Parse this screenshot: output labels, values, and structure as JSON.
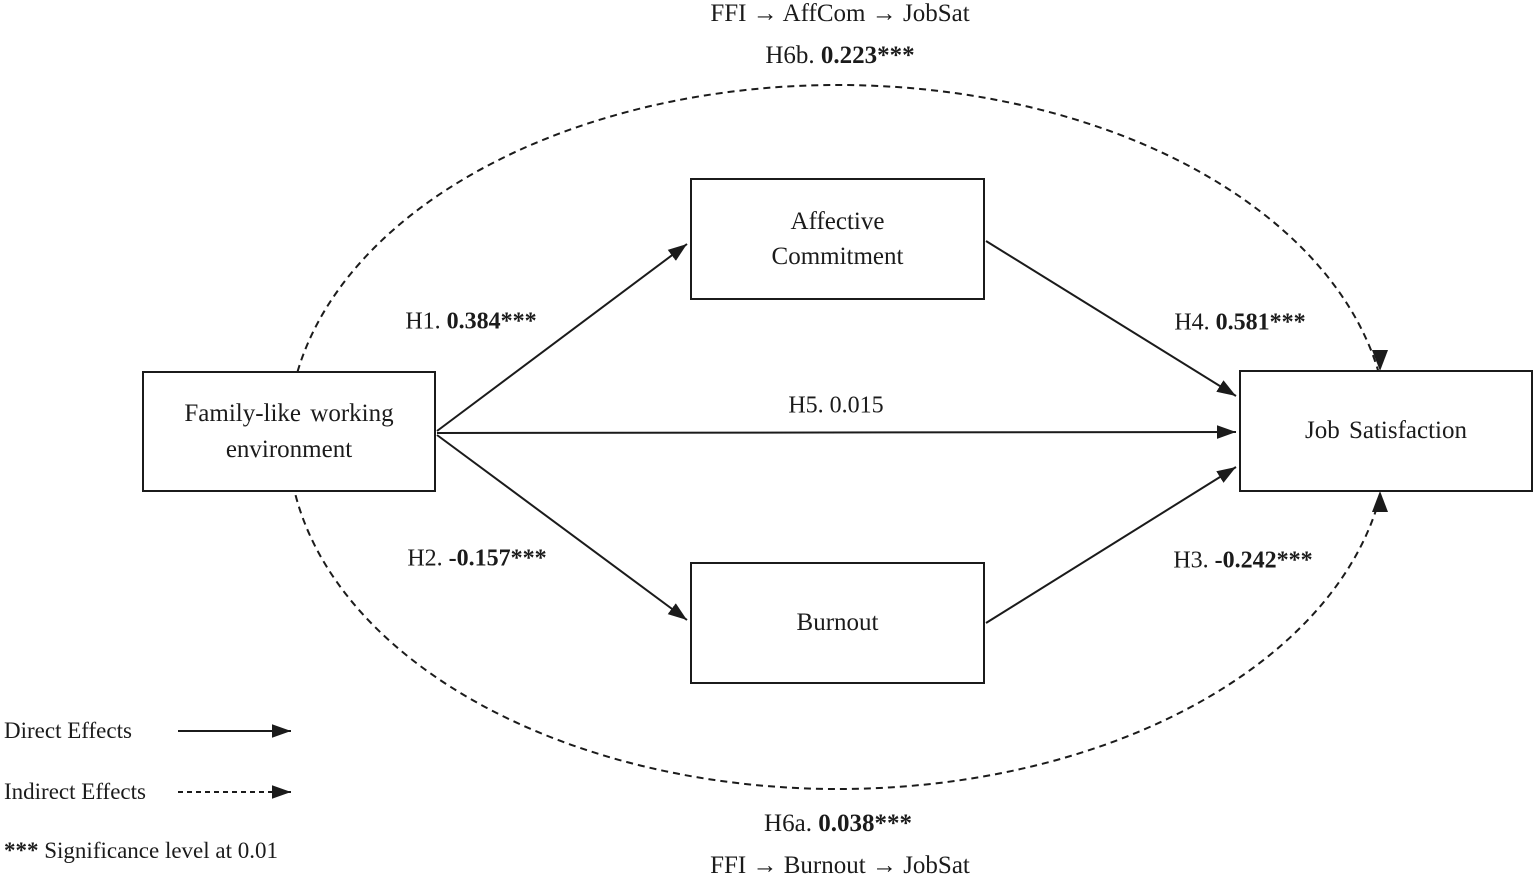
{
  "diagram": {
    "top_annotation": {
      "path_text": "FFI → AffCom → JobSat",
      "hypothesis": "H6b.",
      "value": "0.223***"
    },
    "bottom_annotation": {
      "hypothesis": "H6a.",
      "value": "0.038***",
      "path_text": "FFI → Burnout → JobSat"
    },
    "boxes": {
      "flwe": {
        "line1": "Family-like working",
        "line2": "environment"
      },
      "affcom": {
        "line1": "Affective",
        "line2": "Commitment"
      },
      "burnout": {
        "line1": "Burnout"
      },
      "jobsat": {
        "line1": "Job Satisfaction"
      }
    },
    "paths": {
      "h1": {
        "label": "H1.",
        "value": "0.384***"
      },
      "h2": {
        "label": "H2.",
        "value": "-0.157***"
      },
      "h3": {
        "label": "H3.",
        "value": "-0.242***"
      },
      "h4": {
        "label": "H4.",
        "value": "0.581***"
      },
      "h5": {
        "label": "H5.",
        "value": "0.015"
      }
    },
    "legend": {
      "direct_label": "Direct Effects",
      "indirect_label": "Indirect Effects",
      "significance_stars": "***",
      "significance_text": "Significance level at 0.01"
    },
    "colors": {
      "ink": "#1b1b1b",
      "background": "#ffffff"
    }
  }
}
